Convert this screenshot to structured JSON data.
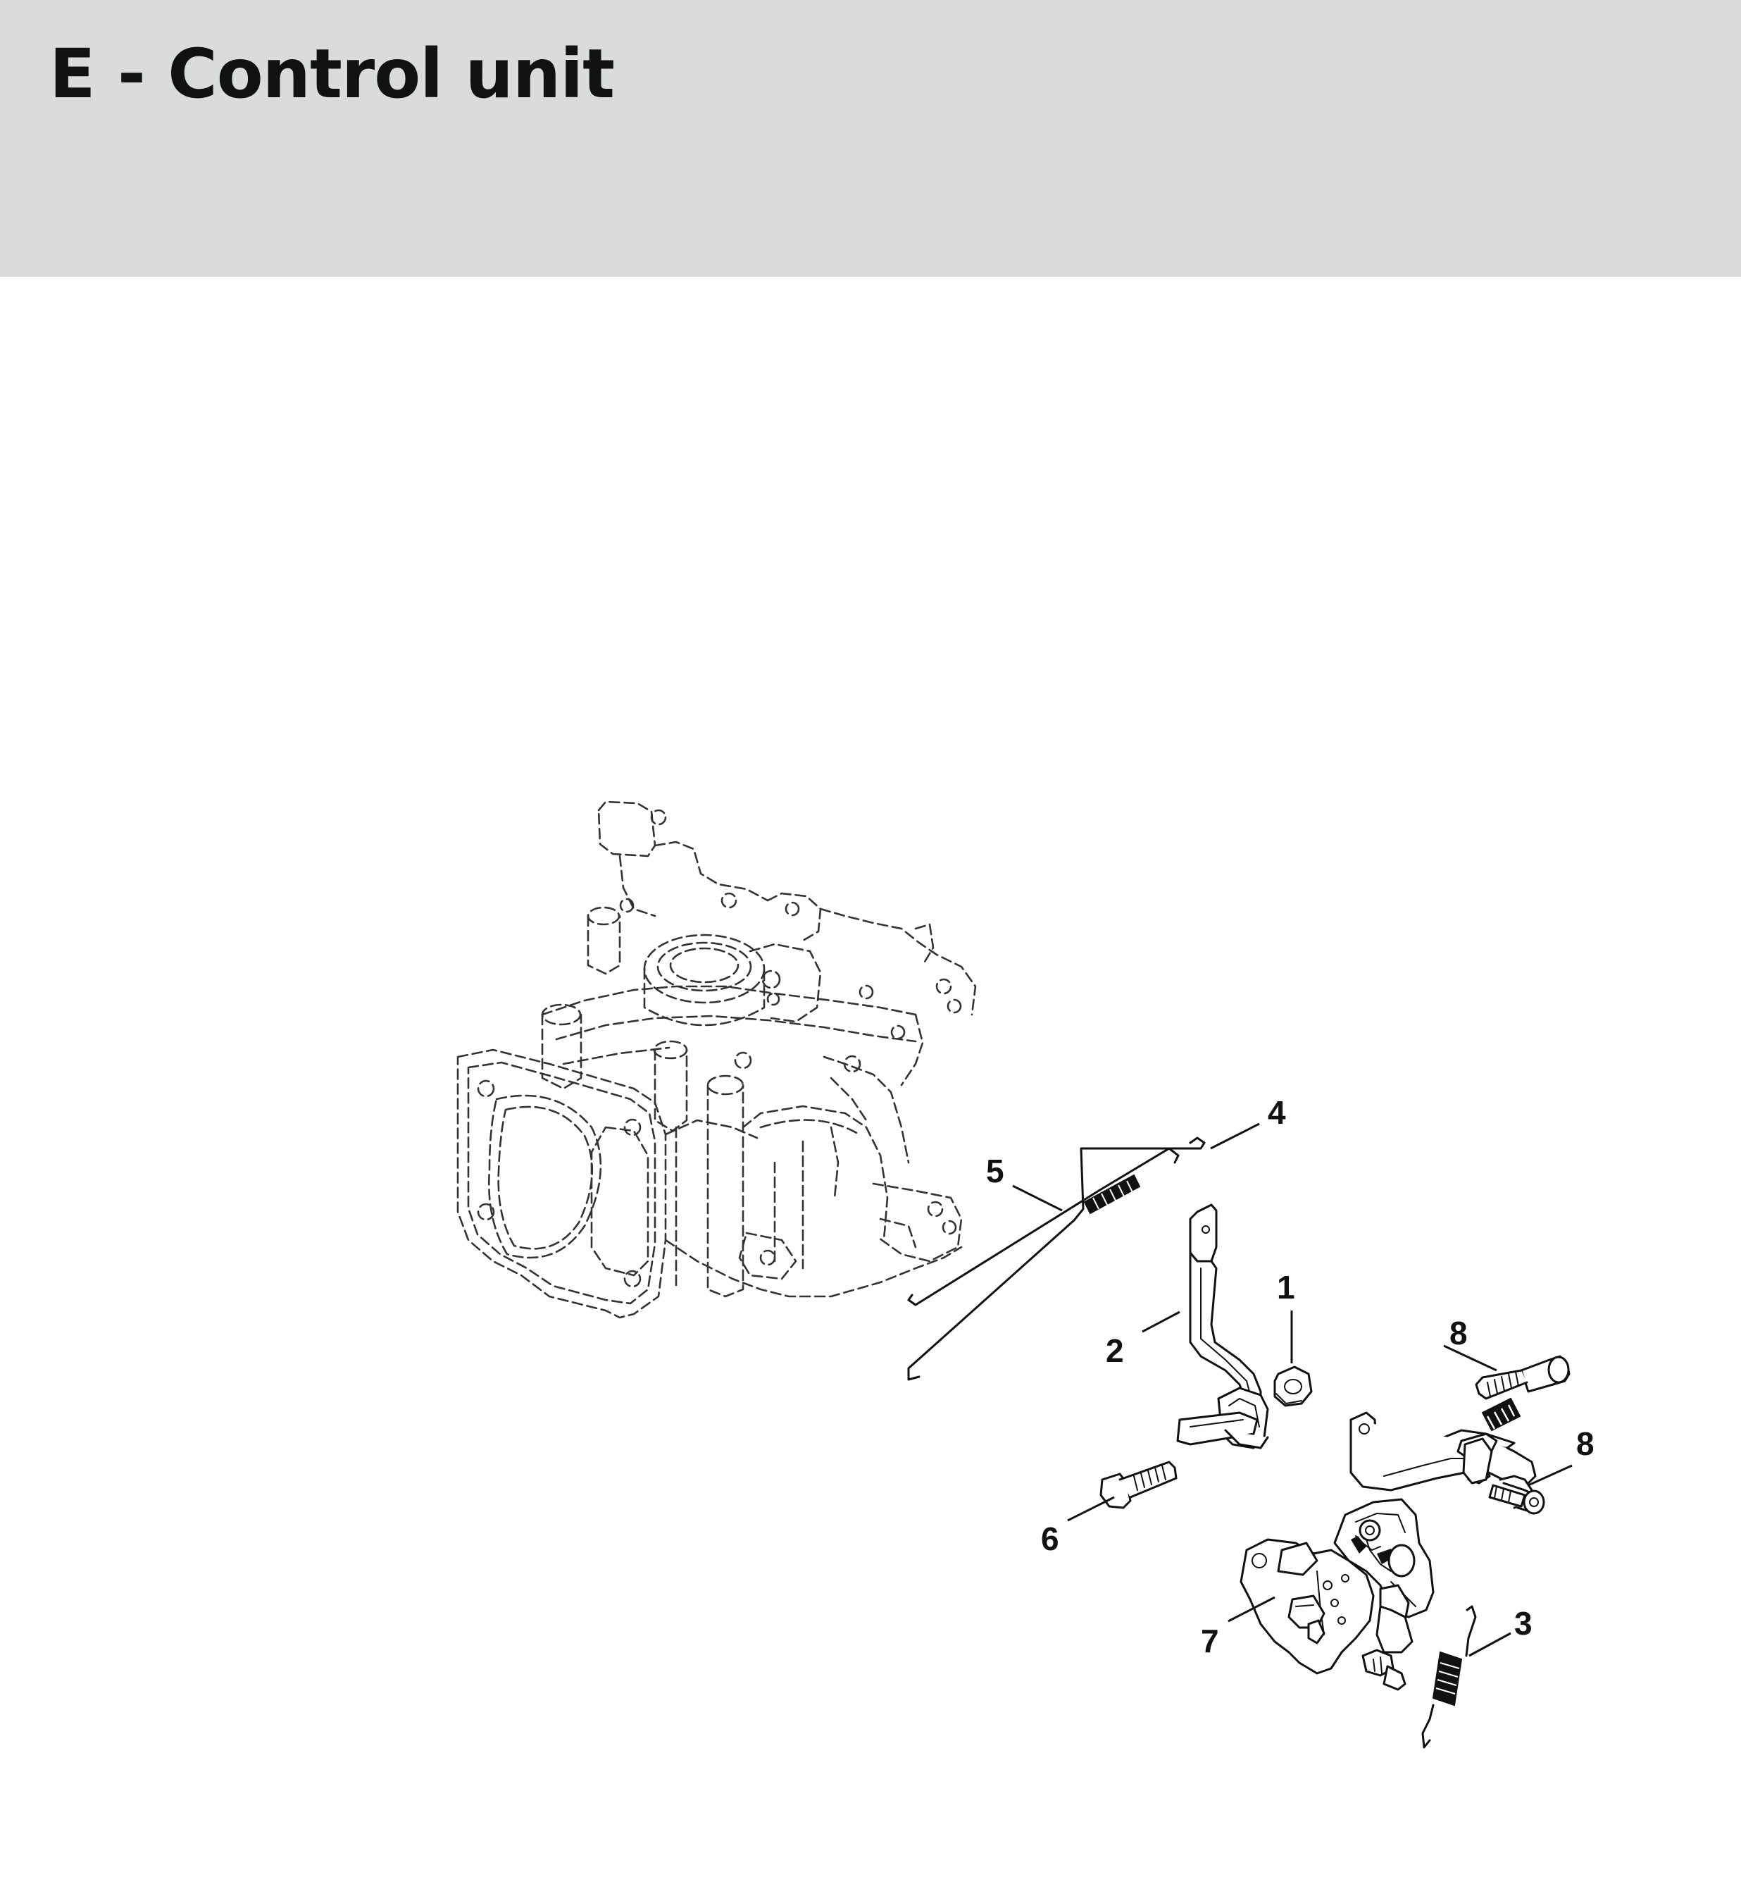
{
  "header": {
    "title": "E - Control unit"
  },
  "colors": {
    "header_background": "#dadcdb",
    "title_text": "#111111",
    "line_art": "#111111"
  },
  "callouts": [
    {
      "id": "1",
      "label": "1"
    },
    {
      "id": "2",
      "label": "2"
    },
    {
      "id": "3",
      "label": "3"
    },
    {
      "id": "4",
      "label": "4"
    },
    {
      "id": "5",
      "label": "5"
    },
    {
      "id": "6",
      "label": "6"
    },
    {
      "id": "7",
      "label": "7"
    },
    {
      "id": "8a",
      "label": "8"
    },
    {
      "id": "8b",
      "label": "8"
    }
  ]
}
